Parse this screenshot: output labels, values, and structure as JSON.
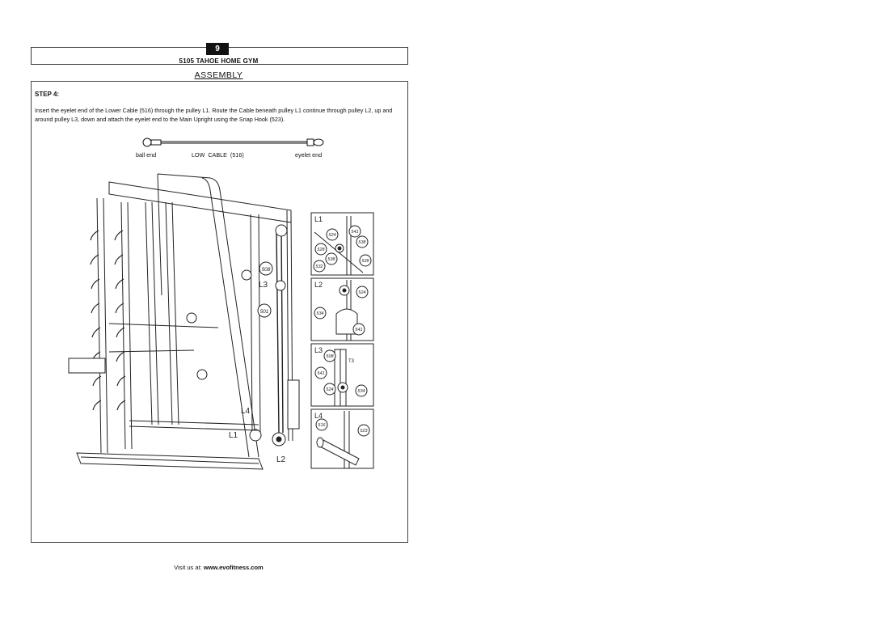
{
  "header": {
    "page_number": "9",
    "model_title": "5105 TAHOE HOME GYM",
    "section_title": "ASSEMBLY"
  },
  "step": {
    "label": "STEP 4:",
    "instructions": "Insert the eyelet end of the Lower Cable (516) through the pulley L1.  Route the Cable beneath pulley L1 continue through pulley L2, up and around pulley L3, down and attach the eyelet end to the Main Upright using the Snap Hook (523)."
  },
  "cable": {
    "ball_end_label": "ball end",
    "name_label": "LOW  CABLE  (516)",
    "eyelet_end_label": "eyelet end"
  },
  "diagram": {
    "main_labels": [
      "L4",
      "L1",
      "L3",
      "L2"
    ],
    "main_parts": [
      "508",
      "501"
    ],
    "detail_L1": {
      "title": "L1",
      "parts": [
        "524",
        "541",
        "538",
        "528",
        "538",
        "528",
        "532"
      ]
    },
    "detail_L2": {
      "title": "L2",
      "parts": [
        "524",
        "534",
        "541"
      ]
    },
    "detail_L3": {
      "title": "L3",
      "parts": [
        "508",
        "541",
        "524",
        "534"
      ],
      "tag": "T3"
    },
    "detail_L4": {
      "title": "L4",
      "parts": [
        "516",
        "523"
      ]
    }
  },
  "footer": {
    "prefix": "Visit us at: ",
    "url": "www.evofitness.com"
  }
}
